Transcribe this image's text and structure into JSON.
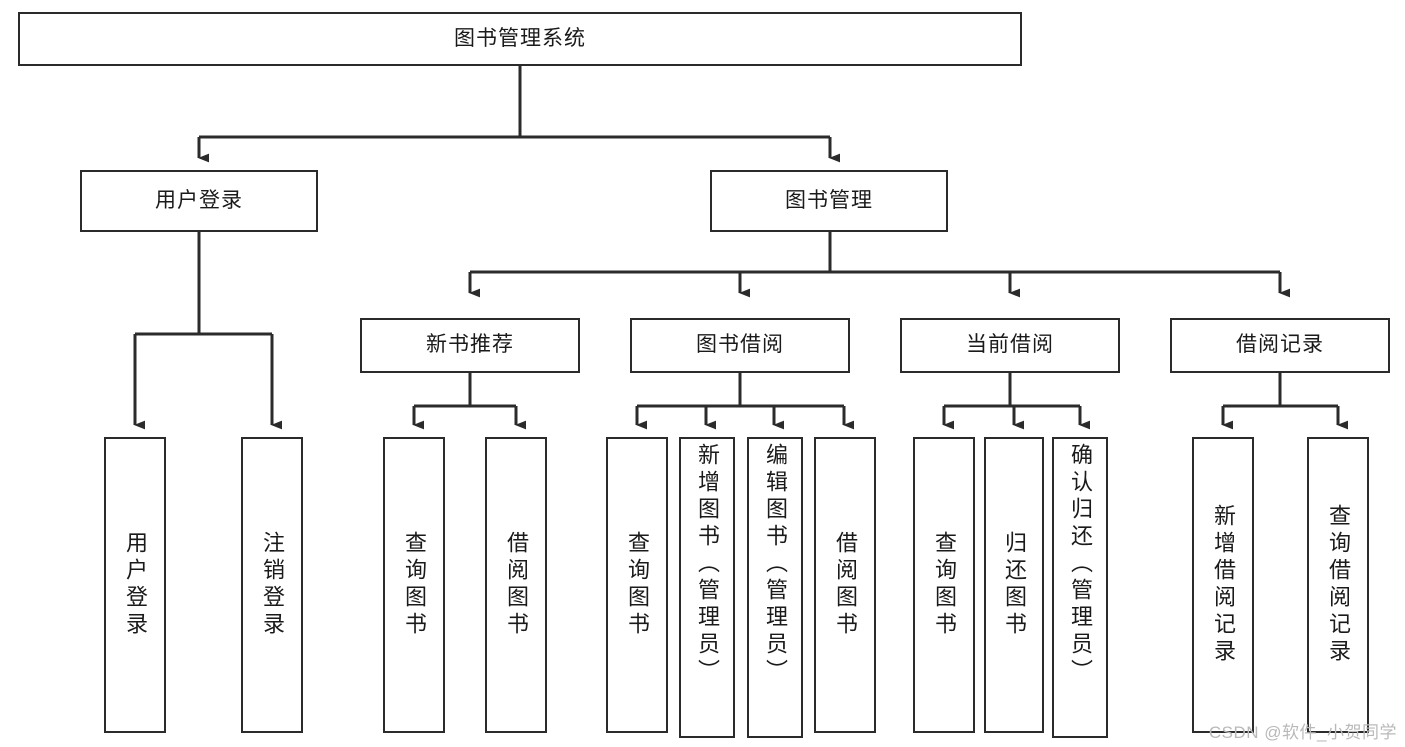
{
  "diagram": {
    "title": "图书管理系统",
    "type": "functional-structure-tree",
    "colors": {
      "box_border": "#2b2b2b",
      "box_fill": "#ffffff",
      "connector": "#2b2b2b",
      "text": "#1a1a1a",
      "watermark": "#b9b9b9",
      "canvas": "#ffffff"
    },
    "root": {
      "label": "图书管理系统"
    },
    "level2": [
      {
        "label": "用户登录"
      },
      {
        "label": "图书管理"
      }
    ],
    "level3": [
      {
        "label": "新书推荐"
      },
      {
        "label": "图书借阅"
      },
      {
        "label": "当前借阅"
      },
      {
        "label": "借阅记录"
      }
    ],
    "leaves": {
      "user_login": [
        {
          "label": "用户登录"
        },
        {
          "label": "注销登录"
        }
      ],
      "new_book_recommend": [
        {
          "label": "查询图书"
        },
        {
          "label": "借阅图书"
        }
      ],
      "book_borrow": [
        {
          "label": "查询图书"
        },
        {
          "label": "新增图书（管理员）"
        },
        {
          "label": "编辑图书（管理员）"
        },
        {
          "label": "借阅图书"
        }
      ],
      "current_borrow": [
        {
          "label": "查询图书"
        },
        {
          "label": "归还图书"
        },
        {
          "label": "确认归还（管理员）"
        }
      ],
      "borrow_record": [
        {
          "label": "新增借阅记录"
        },
        {
          "label": "查询借阅记录"
        }
      ]
    },
    "watermark": "CSDN @软件_小贺同学"
  }
}
